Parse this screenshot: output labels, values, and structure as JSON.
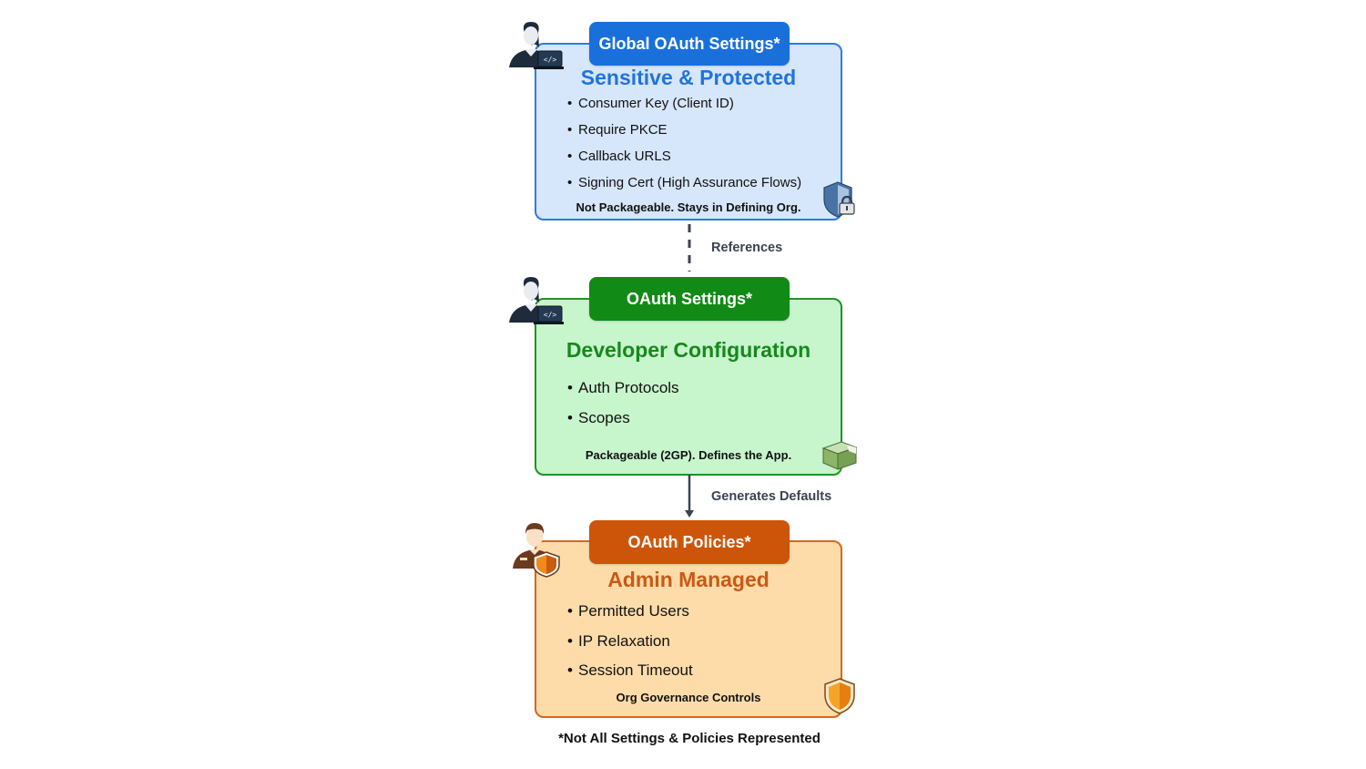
{
  "sections": [
    {
      "tab_label": "Global OAuth Settings*",
      "title": "Sensitive & Protected",
      "items": [
        "Consumer Key (Client ID)",
        "Require PKCE",
        "Callback URLS",
        "Signing Cert (High Assurance Flows)"
      ],
      "footer": "Not Packageable. Stays in Defining Org.",
      "persona_icon": "developer-person-icon",
      "badge_icon": "shield-lock-icon",
      "color": "#1a70db"
    },
    {
      "tab_label": "OAuth Settings*",
      "title": "Developer Configuration",
      "items": [
        "Auth Protocols",
        "Scopes"
      ],
      "footer": "Packageable (2GP). Defines the App.",
      "persona_icon": "developer-person-icon",
      "badge_icon": "package-box-icon",
      "color": "#128a16"
    },
    {
      "tab_label": "OAuth Policies*",
      "title": "Admin Managed",
      "items": [
        "Permitted Users",
        "IP Relaxation",
        "Session Timeout"
      ],
      "footer": "Org Governance Controls",
      "persona_icon": "admin-person-icon",
      "badge_icon": "shield-icon",
      "color": "#cc5509"
    }
  ],
  "connectors": [
    {
      "label": "References",
      "style": "dashed"
    },
    {
      "label": "Generates Defaults",
      "style": "arrow"
    }
  ],
  "footnote": "*Not All Settings & Policies Represented"
}
